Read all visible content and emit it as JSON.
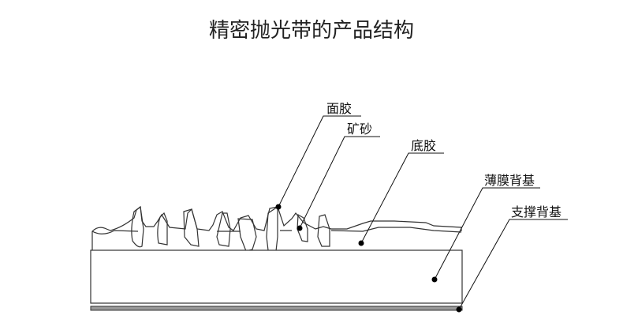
{
  "title": "精密抛光带的产品结构",
  "labels": {
    "top_glue": "面胶",
    "abrasive": "矿砂",
    "base_glue": "底胶",
    "film_backing": "薄膜背基",
    "support_backing": "支撑背基"
  }
}
